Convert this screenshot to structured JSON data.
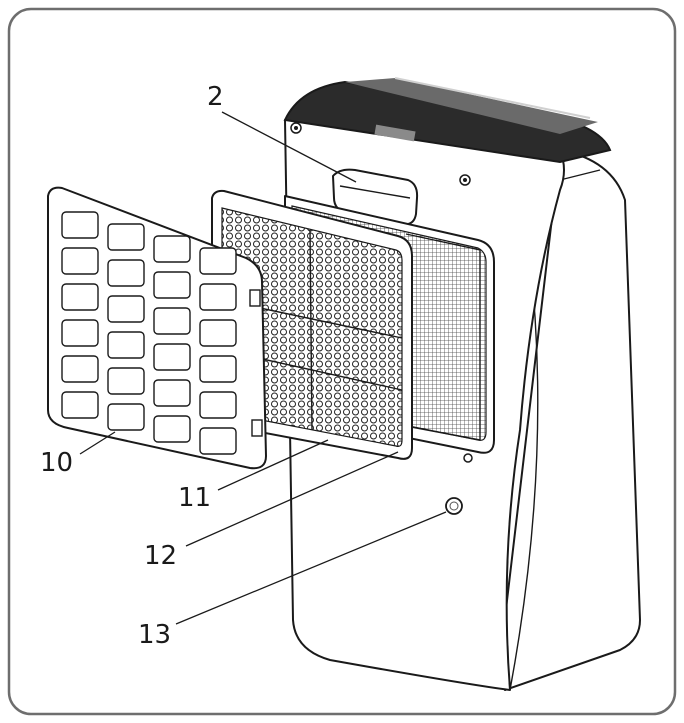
{
  "callouts": [
    {
      "id": "c2",
      "label": "2"
    },
    {
      "id": "c10",
      "label": "10"
    },
    {
      "id": "c11",
      "label": "11"
    },
    {
      "id": "c12",
      "label": "12"
    },
    {
      "id": "c13",
      "label": "13"
    }
  ],
  "colors": {
    "line": "#1a1a1a",
    "top_panel": "#2b2b2b",
    "top_panel_light": "#6a6a6a",
    "frame": "#6e6e6e"
  }
}
